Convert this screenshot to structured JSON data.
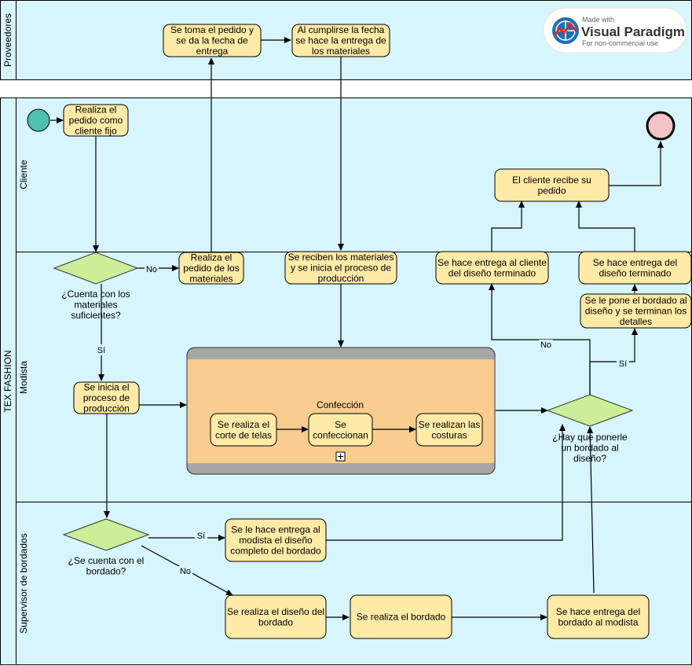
{
  "pools": {
    "proveedores": "Proveedores",
    "tex_fashion": "TEX FASHION"
  },
  "lanes": {
    "cliente": "Cliente",
    "modista": "Modista",
    "supervisor": "Supervisor de bordados"
  },
  "watermark": {
    "made_with": "Made with",
    "brand": "Visual Paradigm",
    "note": "For non-commercial use"
  },
  "tasks": {
    "t_prov1": [
      "Se toma el pedido y",
      "se da la fecha de",
      "entrega"
    ],
    "t_prov2": [
      "Al cumplirse la fecha",
      "se hace la entrega de",
      "los materiales"
    ],
    "t_cli1": [
      "Realiza el",
      "pedido como",
      "cliente fijo"
    ],
    "t_cli_recibe": [
      "El cliente recibe su",
      "pedido"
    ],
    "t_mod_pedido": [
      "Realiza el",
      "pedido de los",
      "materiales"
    ],
    "t_mod_reciben": [
      "Se reciben los materiales",
      "y se inicia el proceso de",
      "producción"
    ],
    "t_mod_entrega_cli": [
      "Se hace entrega al cliente",
      "del diseño terminado"
    ],
    "t_mod_entrega_det": [
      "Se hace entrega del",
      "diseño terminado"
    ],
    "t_mod_bordado": [
      "Se le pone el bordado al",
      "diseño  y se terminan los",
      "detalles"
    ],
    "t_mod_inicia": [
      "Se inicia el",
      "proceso de",
      "producción"
    ],
    "t_conf_corte": [
      "Se realiza el",
      "corte de telas"
    ],
    "t_conf_confec": [
      "Se",
      "confeccionan"
    ],
    "t_conf_costuras": [
      "Se realizan las",
      "costuras"
    ],
    "t_sup_entrega_mod": [
      "Se le hace entrega al",
      "modista el diseño",
      "completo del bordado"
    ],
    "t_sup_diseno": [
      "Se realiza el diseño del",
      "bordado"
    ],
    "t_sup_bordado": [
      "Se realiza el bordado"
    ],
    "t_sup_entrega_bor": [
      "Se hace entrega del",
      "bordado al modista"
    ]
  },
  "subprocess": {
    "title": "Confección"
  },
  "gateways": {
    "g_materiales": [
      "¿Cuenta con los",
      "materiales",
      "suficientes?"
    ],
    "g_bordado": [
      "¿Hay que ponerle",
      "un bordado al",
      "diseño?"
    ],
    "g_cuenta_bordado": [
      "¿Se cuenta con el",
      "bordado?"
    ]
  },
  "flow_labels": {
    "no_materiales": "No",
    "si_materiales": "Sí",
    "no_bordado": "No",
    "si_bordado": "Sí",
    "si_cuenta": "Sí",
    "no_cuenta": "No"
  },
  "colors": {
    "pool_fill": "#d6f5fc",
    "task_fill": "#ffeaa7",
    "gateway_fill": "#ccee99",
    "subprocess_fill": "#f9cc8f",
    "subprocess_bar": "#a6a6a6",
    "start_event": "#4ebfb0",
    "end_event": "#f5c2c7"
  }
}
